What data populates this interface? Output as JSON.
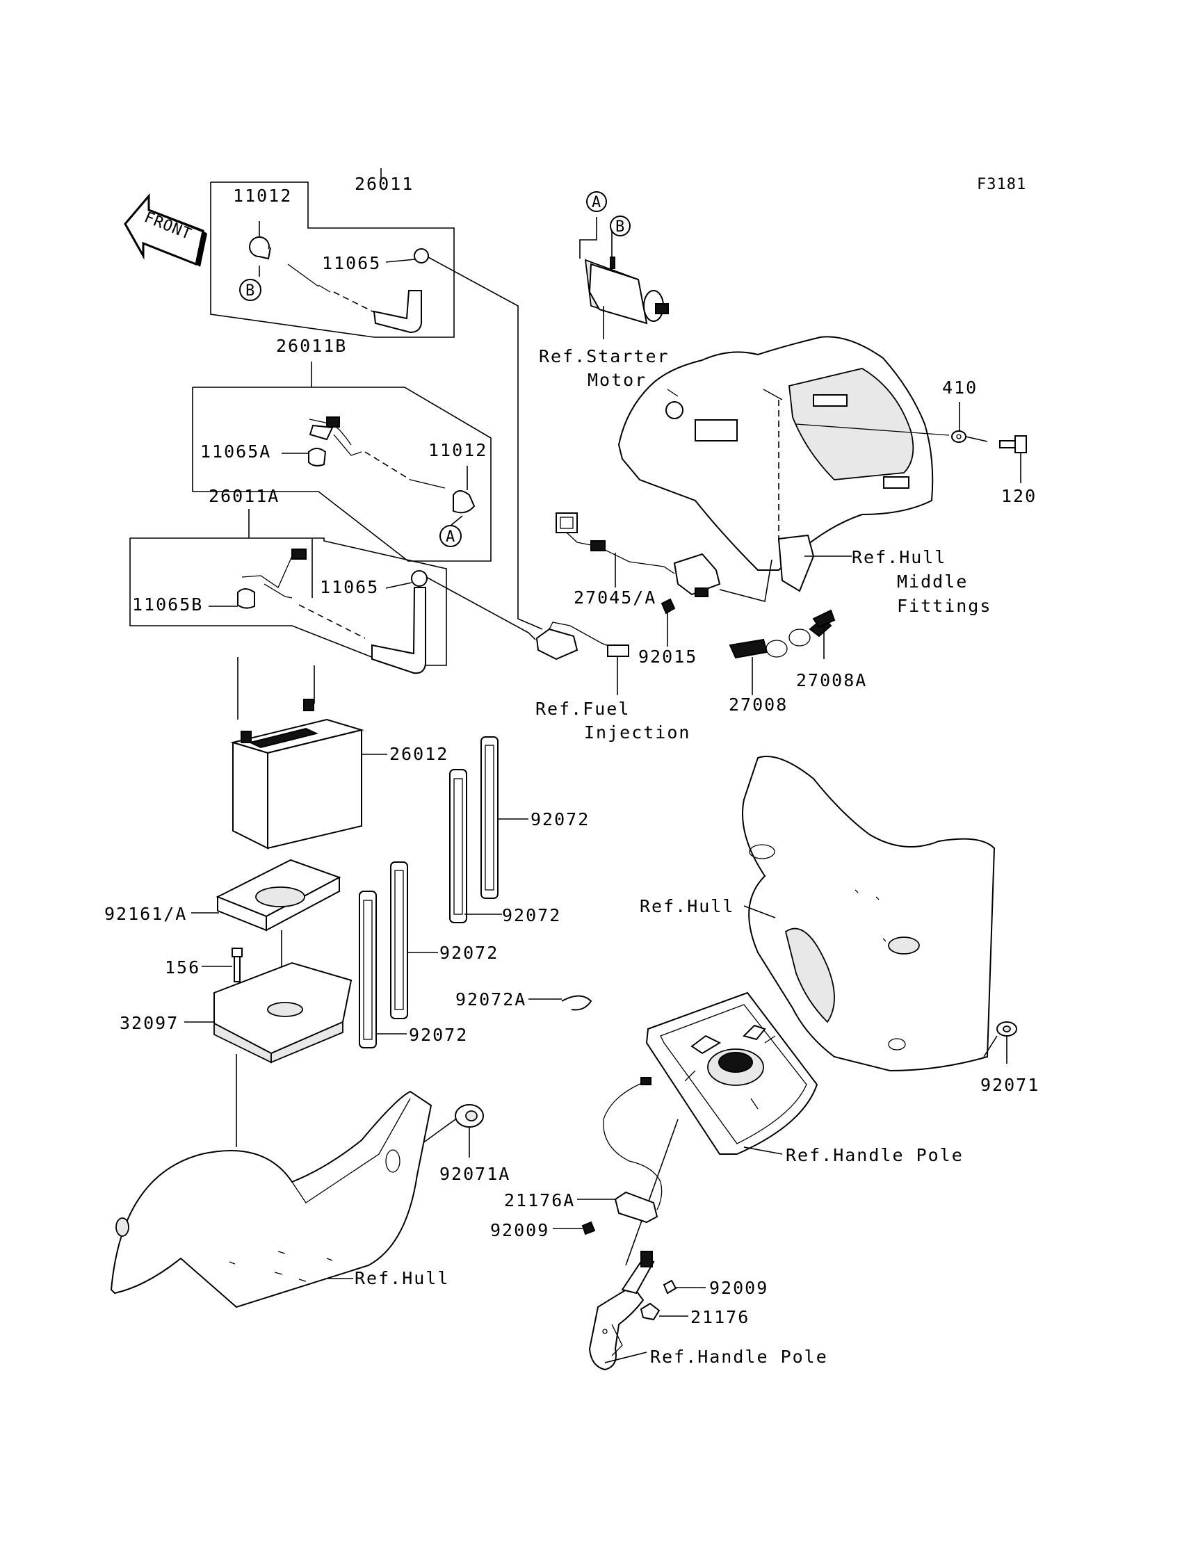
{
  "figure_code": "F3181",
  "front_arrow": "FRONT",
  "callouts": {
    "a": "A",
    "b": "B"
  },
  "parts": {
    "p11012_top": "11012",
    "p26011": "26011",
    "p11065_top": "11065",
    "p26011B": "26011B",
    "p11065A": "11065A",
    "p11012_mid": "11012",
    "p26011A": "26011A",
    "p11065B": "11065B",
    "p11065_mid": "11065",
    "p26012": "26012",
    "p92072_a": "92072",
    "p92072_b": "92072",
    "p92072_c": "92072",
    "p92072_d": "92072",
    "p92161A": "92161/A",
    "p156": "156",
    "p32097": "32097",
    "p92072A": "92072A",
    "p92071A": "92071A",
    "p410": "410",
    "p120": "120",
    "p27045A": "27045/A",
    "p92015": "92015",
    "p27008": "27008",
    "p27008A": "27008A",
    "p92071": "92071",
    "p21176A": "21176A",
    "p92009_a": "92009",
    "p92009_b": "92009",
    "p21176": "21176"
  },
  "refs": {
    "starter_1": "Ref.Starter",
    "starter_2": "Motor",
    "hull_mid_1": "Ref.Hull",
    "hull_mid_2": "Middle",
    "hull_mid_3": "Fittings",
    "fuel_1": "Ref.Fuel",
    "fuel_2": "Injection",
    "hull_right": "Ref.Hull",
    "handle_pole_1": "Ref.Handle Pole",
    "hull_bottom": "Ref.Hull",
    "handle_pole_2": "Ref.Handle Pole"
  }
}
